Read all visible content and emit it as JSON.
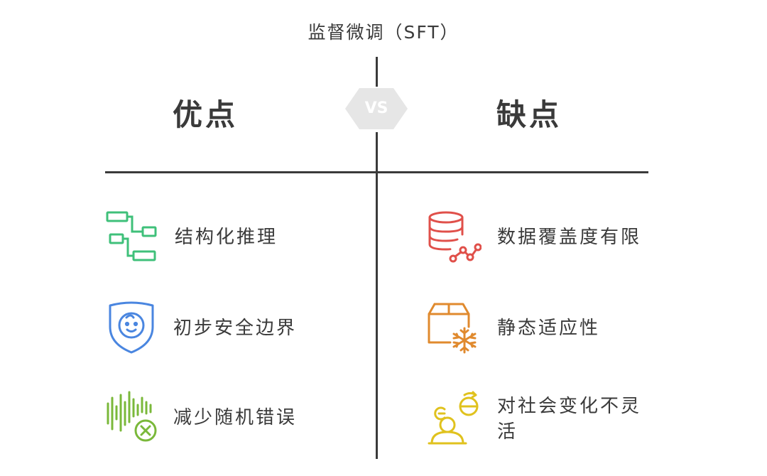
{
  "title": "监督微调（SFT）",
  "vs_label": "VS",
  "pros": {
    "heading": "优点",
    "items": [
      {
        "label": "结构化推理",
        "icon": "flowchart-icon",
        "color": "#3fc07a"
      },
      {
        "label": "初步安全边界",
        "icon": "shield-baby-icon",
        "color": "#4a86e0"
      },
      {
        "label": "减少随机错误",
        "icon": "waveform-x-icon",
        "color": "#7ab83a"
      }
    ]
  },
  "cons": {
    "heading": "缺点",
    "items": [
      {
        "label": "数据覆盖度有限",
        "icon": "database-graph-icon",
        "color": "#e0504a"
      },
      {
        "label": "静态适应性",
        "icon": "box-snowflake-icon",
        "color": "#e08a2e"
      },
      {
        "label": "对社会变化不灵活",
        "icon": "people-refresh-icon",
        "color": "#e0c21e"
      }
    ]
  }
}
